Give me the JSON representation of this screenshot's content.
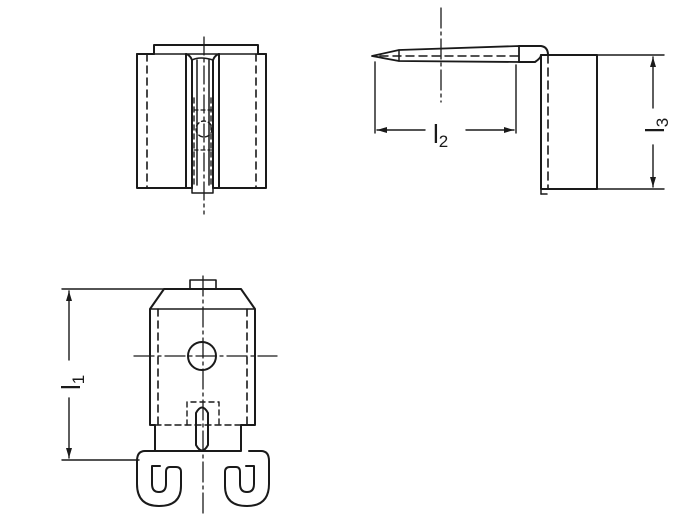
{
  "drawing": {
    "line_color": "#1a1a1a",
    "background": "#ffffff",
    "dimensions": {
      "l1": {
        "symbol": "l",
        "subscript": "1"
      },
      "l2": {
        "symbol": "l",
        "subscript": "2"
      },
      "l3": {
        "symbol": "l",
        "subscript": "3"
      }
    }
  }
}
